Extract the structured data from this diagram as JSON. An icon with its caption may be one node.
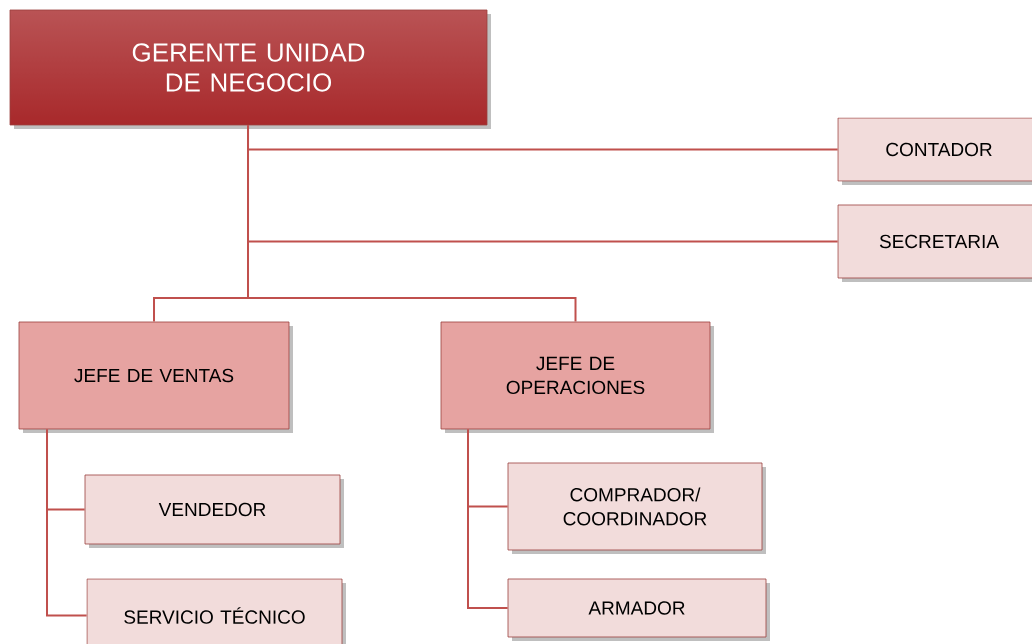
{
  "diagram": {
    "nodes": [
      {
        "text": [
          "GERENTE UNIDAD DE NEGOCIO"
        ]
      },
      {
        "text": [
          "CONTADOR"
        ]
      },
      {
        "text": [
          "SECRETARIA"
        ]
      },
      {
        "text": [
          "JEFE DE VENTAS"
        ]
      },
      {
        "text": [
          "JEFE DE OPERACIONES"
        ]
      },
      {
        "text": [
          "VENDEDOR"
        ]
      },
      {
        "text": [
          "SERVICIO TÉCNICO"
        ]
      },
      {
        "text": [
          "COMPRADOR/ COORDINADOR"
        ]
      },
      {
        "text": [
          "ARMADOR"
        ]
      }
    ],
    "edges": [
      {
        "from": 0,
        "to": 1,
        "arrow": "none"
      },
      {
        "from": 0,
        "to": 2,
        "arrow": "none"
      },
      {
        "from": 0,
        "to": 3,
        "arrow": "none"
      },
      {
        "from": 0,
        "to": 4,
        "arrow": "none"
      },
      {
        "from": 3,
        "to": 5,
        "arrow": "none"
      },
      {
        "from": 3,
        "to": 6,
        "arrow": "none"
      },
      {
        "from": 4,
        "to": 7,
        "arrow": "none"
      },
      {
        "from": 4,
        "to": 8,
        "arrow": "none"
      }
    ]
  }
}
